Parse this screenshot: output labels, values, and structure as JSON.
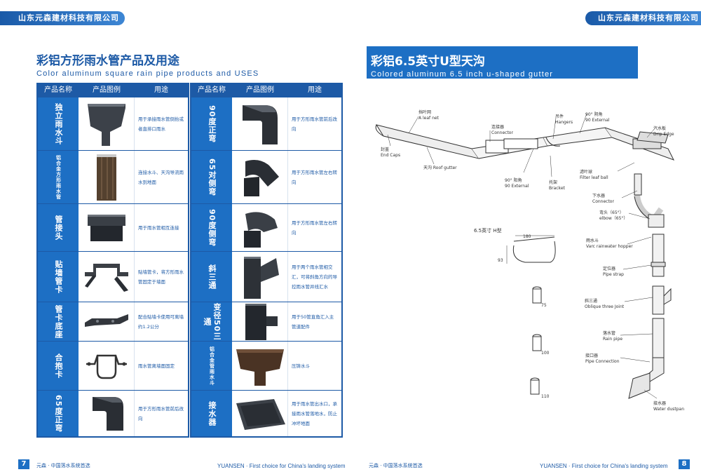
{
  "company_banner": "山东元森建材科技有限公司",
  "left_page": {
    "title_cn": "彩铝方形雨水管产品及用途",
    "title_en": "Color aluminum square rain pipe products and USES",
    "headers": [
      "产品名称",
      "产品图例",
      "用途"
    ],
    "table1": [
      {
        "name": "独立雨水斗",
        "use": "用于承接雨水管倒抬或者直排口雨水"
      },
      {
        "name": "铝合金方形雨水管",
        "use": "连接水斗、天沟导流雨水到地面"
      },
      {
        "name": "管接头",
        "use": "用于雨水管相互连接"
      },
      {
        "name": "贴墙管卡",
        "use": "贴墙管卡，将方形雨水管固定于墙面"
      },
      {
        "name": "管卡底座",
        "use": "配合贴墙卡使用可离墙约1.2公分"
      },
      {
        "name": "合抱卡",
        "use": "雨水管离墙面固定"
      },
      {
        "name": "65度正弯",
        "use": "用于方形雨水管前后改向"
      }
    ],
    "table2": [
      {
        "name": "90度正弯",
        "use": "用于方形雨水管前后改向"
      },
      {
        "name": "65对侧弯",
        "use": "用于方形雨水管左右转向"
      },
      {
        "name": "90度侧弯",
        "use": "用于方形雨水管左右转向"
      },
      {
        "name": "斜三通",
        "use": "用于两个雨水管相交汇，可将斜角方向的导控雨水管并线汇水"
      },
      {
        "name": "变径50三通",
        "use": "用于50管直角汇入主管道配件"
      },
      {
        "name": "铝合金管雨水斗",
        "use": "压铸水斗"
      },
      {
        "name": "接水器",
        "use": "用于雨水管出水口，承接雨水管落地水，防止冲坏地面"
      }
    ],
    "page_number": "7",
    "footer_cn": "元森 · 中国落水系统首选",
    "footer_en": "YUANSEN · First choice for China's landing system"
  },
  "right_page": {
    "title_cn": "彩铝6.5英寸U型天沟",
    "title_en": "Colored aluminum 6.5 inch u-shaped gutter",
    "labels": {
      "leaf_net": "挡叶网\nA leaf net",
      "connector_top": "连接器\nConnector",
      "hangers": "吊件\nHangers",
      "ext90_top": "90° 阴角\n90 External",
      "drip_edge": "汽水板\nDrip Edge",
      "end_caps": "封盖\nEnd Caps",
      "roof_gutter": "天沟 Roof gutter",
      "ext90_bottom": "90° 阳角\n90 External",
      "bracket": "托架\nBracket",
      "filter_leaf": "滤叶球\nFilter leaf ball",
      "connector_down": "下水器\nConnector",
      "elbow": "弯头（65°）\nelbow（65°）",
      "hopper": "雨水斗\nVarc rainwater hopper",
      "pipe_strap": "定位器\nPipe strap",
      "oblique": "斜三通\nOblique three Joint",
      "rain_pipe": "落水管\nRain pipe",
      "pipe_connection": "接口器\nPipe Connection",
      "water_dustpan": "接水器\nWater dustpan"
    },
    "h_label": "6.5英寸 H型",
    "dims": [
      "180",
      "93",
      "75",
      "100",
      "110"
    ],
    "page_number": "8",
    "footer_cn": "元森 · 中国落水系统首选",
    "footer_en": "YUANSEN · First choice for China's landing system"
  }
}
